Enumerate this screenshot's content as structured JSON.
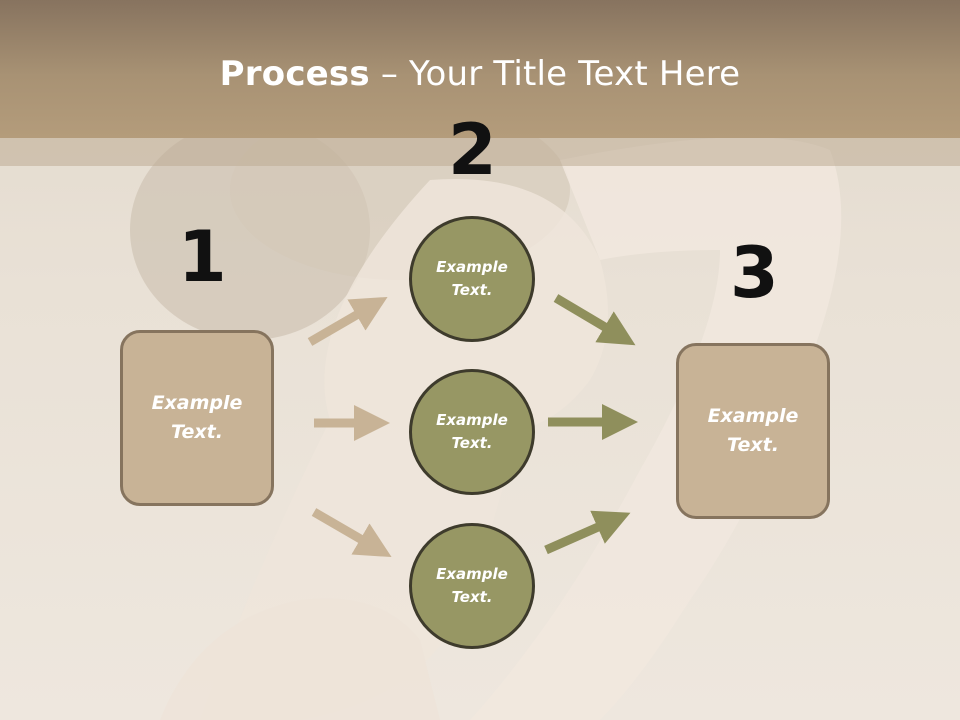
{
  "title": {
    "bold_part": "Process",
    "separator": " – ",
    "rest": "Your Title Text Here"
  },
  "steps": {
    "one": "1",
    "two": "2",
    "three": "3"
  },
  "left_box": {
    "text": "Example\nText."
  },
  "circles": [
    {
      "text": "Example\nText."
    },
    {
      "text": "Example\nText."
    },
    {
      "text": "Example\nText."
    }
  ],
  "right_box": {
    "text": "Example\nText."
  },
  "colors": {
    "title_bar": "#a89274",
    "box_fill": "#c8b396",
    "box_border": "#86745e",
    "circle_fill": "#979764",
    "circle_border": "#3e3b2c",
    "left_arrows": "#c8b396",
    "right_arrows": "#8f8f5c"
  }
}
